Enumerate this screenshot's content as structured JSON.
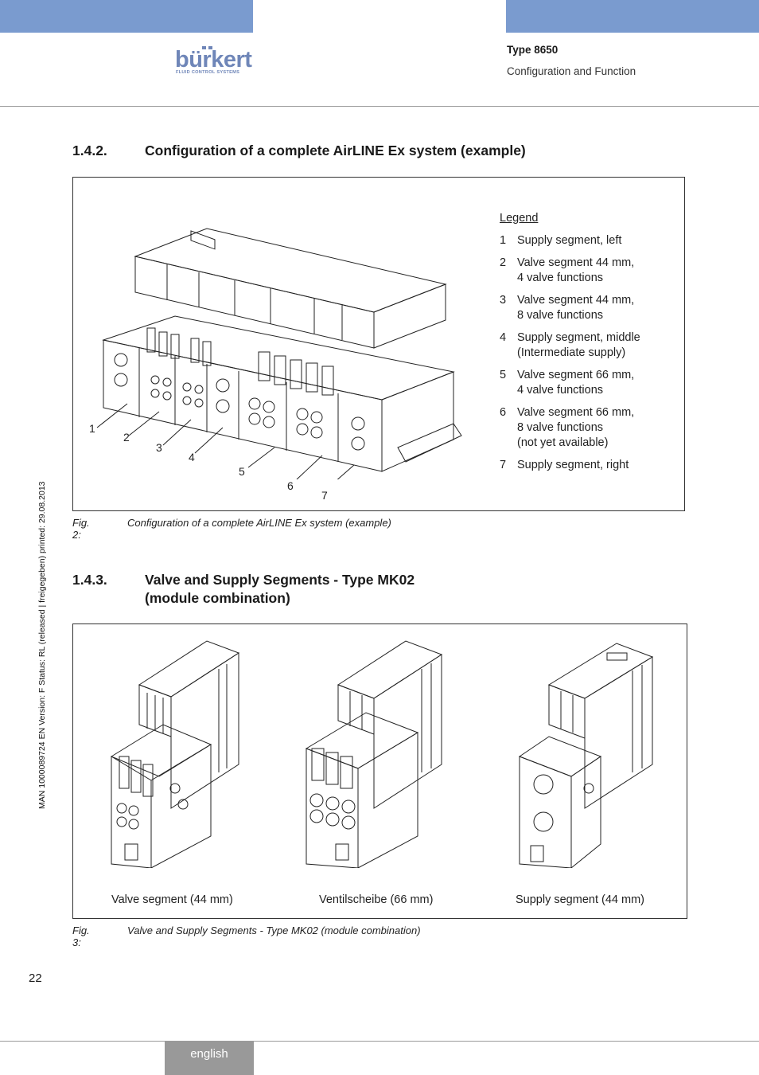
{
  "header": {
    "brand": "bürkert",
    "brand_sub": "FLUID CONTROL SYSTEMS",
    "type": "Type 8650",
    "section": "Configuration and Function"
  },
  "sidebar_text": "MAN  1000089724  EN  Version: F  Status: RL (released | freigegeben)  printed: 29.08.2013",
  "section1": {
    "number": "1.4.2.",
    "title": "Configuration of a complete AirLINE Ex system (example)"
  },
  "figure2": {
    "legend_title": "Legend",
    "legend": [
      {
        "num": "1",
        "text": "Supply segment, left"
      },
      {
        "num": "2",
        "text": "Valve segment 44 mm,\n 4 valve functions"
      },
      {
        "num": "3",
        "text": "Valve segment 44 mm,\n8 valve functions"
      },
      {
        "num": "4",
        "text": "Supply segment, middle\n(Intermediate supply)"
      },
      {
        "num": "5",
        "text": "Valve segment 66 mm,\n4 valve functions"
      },
      {
        "num": "6",
        "text": "Valve segment 66 mm,\n8 valve functions\n(not yet available)"
      },
      {
        "num": "7",
        "text": "Supply segment, right"
      }
    ],
    "callouts": [
      "1",
      "2",
      "3",
      "4",
      "5",
      "6",
      "7"
    ],
    "caption_num": "Fig. 2:",
    "caption_text": "Configuration of a complete AirLINE Ex system (example)"
  },
  "section2": {
    "number": "1.4.3.",
    "title_line1": "Valve and Supply Segments - Type MK02",
    "title_line2": "(module combination)"
  },
  "figure3": {
    "labels": [
      "Valve segment (44 mm)",
      "Ventilscheibe (66 mm)",
      "Supply segment (44 mm)"
    ],
    "caption_num": "Fig. 3:",
    "caption_text": "Valve and Supply Segments - Type MK02 (module combination)"
  },
  "page_number": "22",
  "language_tab": "english"
}
